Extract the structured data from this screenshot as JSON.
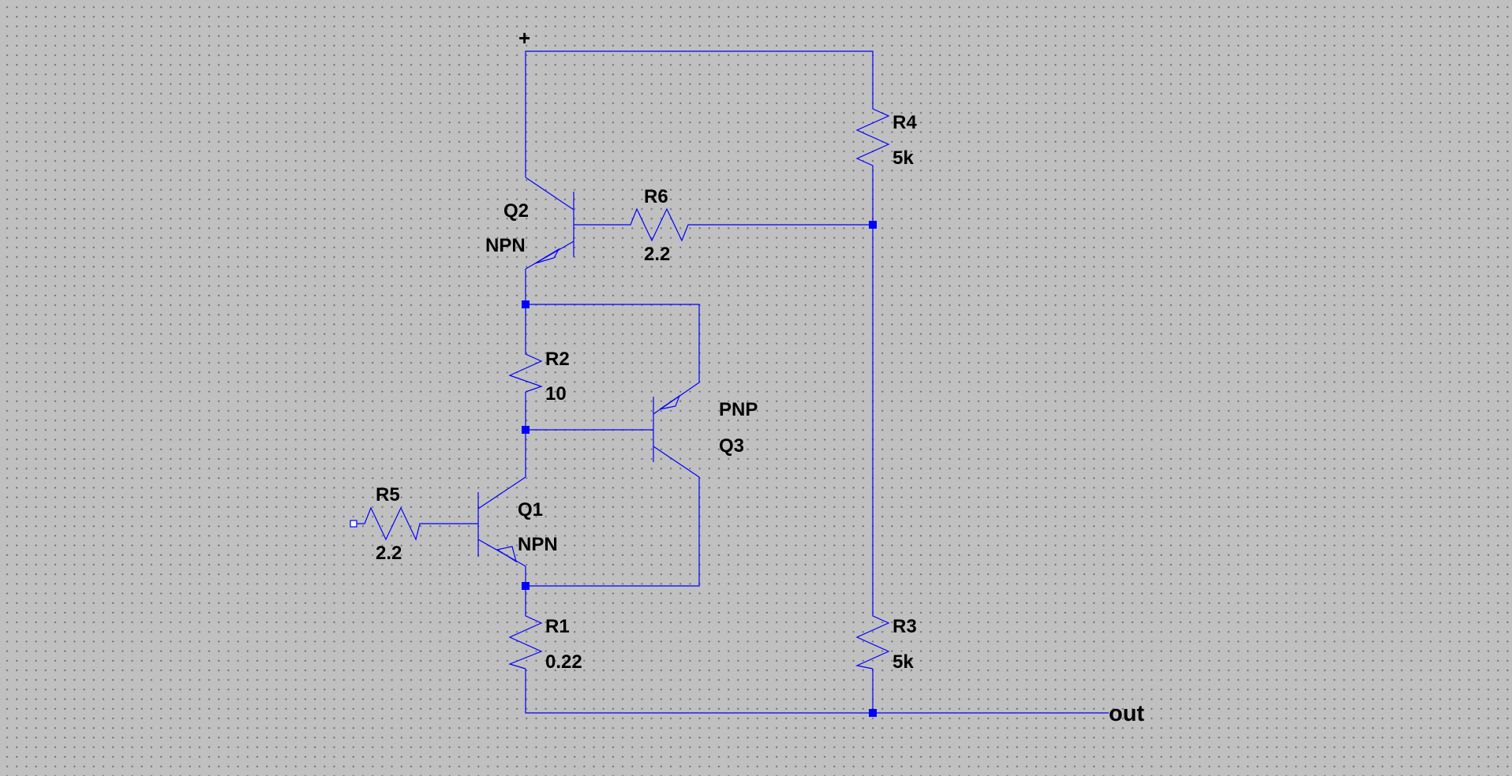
{
  "schematic": {
    "colors": {
      "wire": "#0000ff",
      "text": "#000000",
      "background": "#c0c0c0"
    },
    "nets": {
      "supply": "+",
      "output": "out"
    },
    "components": {
      "R1": {
        "ref": "R1",
        "value": "0.22"
      },
      "R2": {
        "ref": "R2",
        "value": "10"
      },
      "R3": {
        "ref": "R3",
        "value": "5k"
      },
      "R4": {
        "ref": "R4",
        "value": "5k"
      },
      "R5": {
        "ref": "R5",
        "value": "2.2"
      },
      "R6": {
        "ref": "R6",
        "value": "2.2"
      },
      "Q1": {
        "ref": "Q1",
        "type": "NPN"
      },
      "Q2": {
        "ref": "Q2",
        "type": "NPN"
      },
      "Q3": {
        "ref": "Q3",
        "type": "PNP"
      }
    }
  }
}
